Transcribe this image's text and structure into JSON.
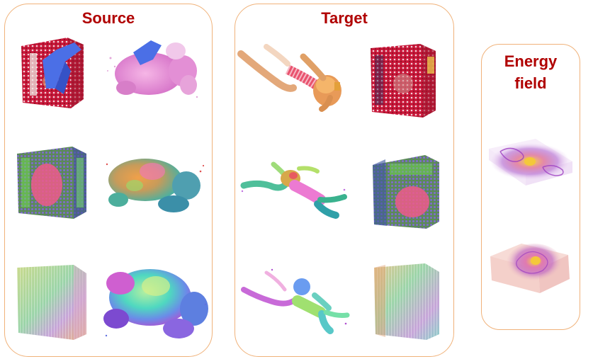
{
  "panels": {
    "source": {
      "title": "Source"
    },
    "target": {
      "title": "Target"
    },
    "energy": {
      "title_line1": "Energy",
      "title_line2": "field"
    }
  },
  "colors": {
    "title": "#b00000",
    "border": "#f0b27a"
  },
  "thumbnails": {
    "source": [
      "box-textured",
      "toy-textured",
      "box-features",
      "toy-features",
      "box-normals",
      "toy-normals"
    ],
    "target": [
      "doll-textured",
      "box-textured",
      "doll-features",
      "box-features",
      "doll-normals",
      "box-normals"
    ],
    "energy": [
      "energy-field-top",
      "energy-field-bottom"
    ]
  }
}
